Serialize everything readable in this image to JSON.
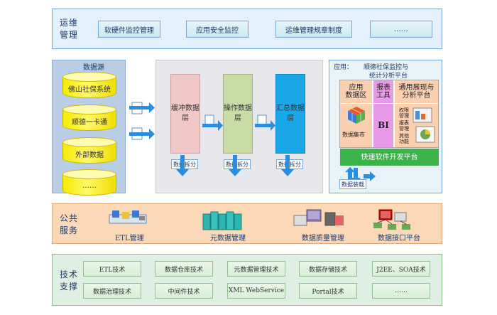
{
  "ops": {
    "title_line1": "运维",
    "title_line2": "管理",
    "items": [
      "软硬件监控管理",
      "应用安全监控",
      "运维管理规章制度",
      "……"
    ]
  },
  "datasource": {
    "title": "数据源",
    "items": [
      "佛山社保系统",
      "顺德一卡通",
      "外部数据",
      "……"
    ]
  },
  "layers": [
    "缓冲数据层",
    "操作数据层",
    "汇总数据层"
  ],
  "split_label": "数据拆分",
  "load_label": "数据装载",
  "app": {
    "prefix": "应用：",
    "title_line1": "顺德社保监控与",
    "title_line2": "统计分析平台",
    "col1_header": "应用\n数据区",
    "col2_header": "报表\n工具",
    "col3_header": "通用展现与\n分析平台",
    "cube_label": "数据集市",
    "bi": "BI",
    "col3_items": [
      "权限管理",
      "报表管理",
      "其他功能"
    ],
    "dev_platform": "快速软件开发平台"
  },
  "public": {
    "title_line1": "公共",
    "title_line2": "服务",
    "items": [
      "ETL管理",
      "元数据管理",
      "数据质量管理",
      "数据接口平台"
    ]
  },
  "tech": {
    "title_line1": "技术",
    "title_line2": "支撑",
    "row1": [
      "ETL技术",
      "数据仓库技术",
      "元数据管理技术",
      "数据存储技术",
      "J2EE、SOA技术"
    ],
    "row2": [
      "数据治理技术",
      "中间件技术",
      "XML WebService",
      "Portal技术",
      "……"
    ]
  },
  "colors": {
    "ops_bg": "#e4f0fb",
    "middle_bg": "#e8e8ec",
    "public_bg": "#fbd9b8",
    "tech_bg": "#e0efe3",
    "buffer": "#f1c8c8",
    "ods": "#c9dca6",
    "summary": "#1aa7e8",
    "cylinder": "#f5ea00",
    "green": "#3bb34a",
    "purple": "#e79ae8"
  }
}
